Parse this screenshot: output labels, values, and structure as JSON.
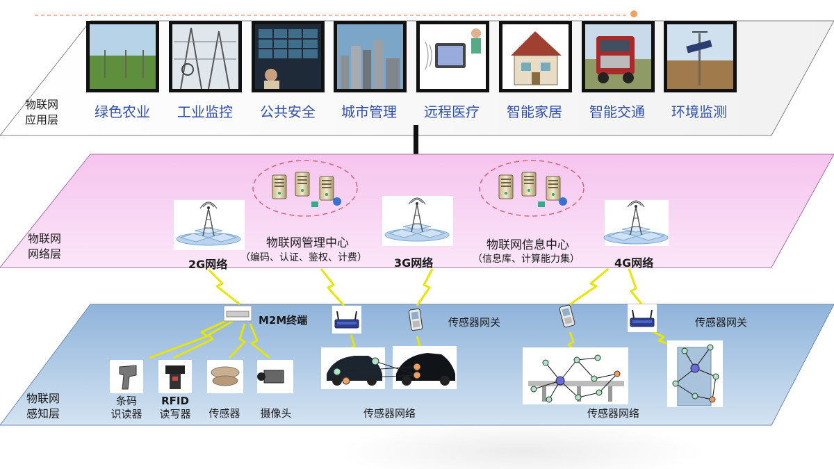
{
  "application_layer": {
    "label_line1": "物联网",
    "label_line2": "应用层",
    "apps": [
      {
        "label": "绿色农业",
        "icon": "farm-field-photo"
      },
      {
        "label": "工业监控",
        "icon": "power-substation-photo"
      },
      {
        "label": "公共安全",
        "icon": "surveillance-room-photo"
      },
      {
        "label": "城市管理",
        "icon": "city-skyline-photo"
      },
      {
        "label": "远程医疗",
        "icon": "telemedicine-photo"
      },
      {
        "label": "智能家居",
        "icon": "smart-house-photo"
      },
      {
        "label": "智能交通",
        "icon": "truck-photo"
      },
      {
        "label": "环境监测",
        "icon": "weather-station-photo"
      }
    ]
  },
  "network_layer": {
    "label_line1": "物联网",
    "label_line2": "网络层",
    "management_center": {
      "title": "物联网管理中心",
      "subtitle": "（编码、认证、鉴权、计费）"
    },
    "info_center": {
      "title": "物联网信息中心",
      "subtitle": "（信息库、计算能力集）"
    },
    "networks": [
      "2G网络",
      "3G网络",
      "4G网络"
    ]
  },
  "perception_layer": {
    "label_line1": "物联网",
    "label_line2": "感知层",
    "m2m_terminal": "M2M终端",
    "devices": [
      {
        "line1": "条码",
        "line2": "识读器",
        "icon": "barcode-scanner-icon"
      },
      {
        "line1": "RFID",
        "line2": "读写器",
        "icon": "rfid-reader-icon"
      },
      {
        "line1": "传感器",
        "line2": "",
        "icon": "sensor-icon"
      },
      {
        "line1": "摄像头",
        "line2": "",
        "icon": "camera-icon"
      }
    ],
    "sensor_gateway_labels": [
      "传感器网关",
      "传感器网关"
    ],
    "sensor_network_labels": [
      "传感器网络",
      "传感器网络"
    ]
  },
  "colors": {
    "app_text": "#2f4fa8",
    "network_plane": "#f9d4f2",
    "perception_plane": "#a9c6e4",
    "lightning": "#e6e600",
    "dashed_ring": "#e06070"
  }
}
